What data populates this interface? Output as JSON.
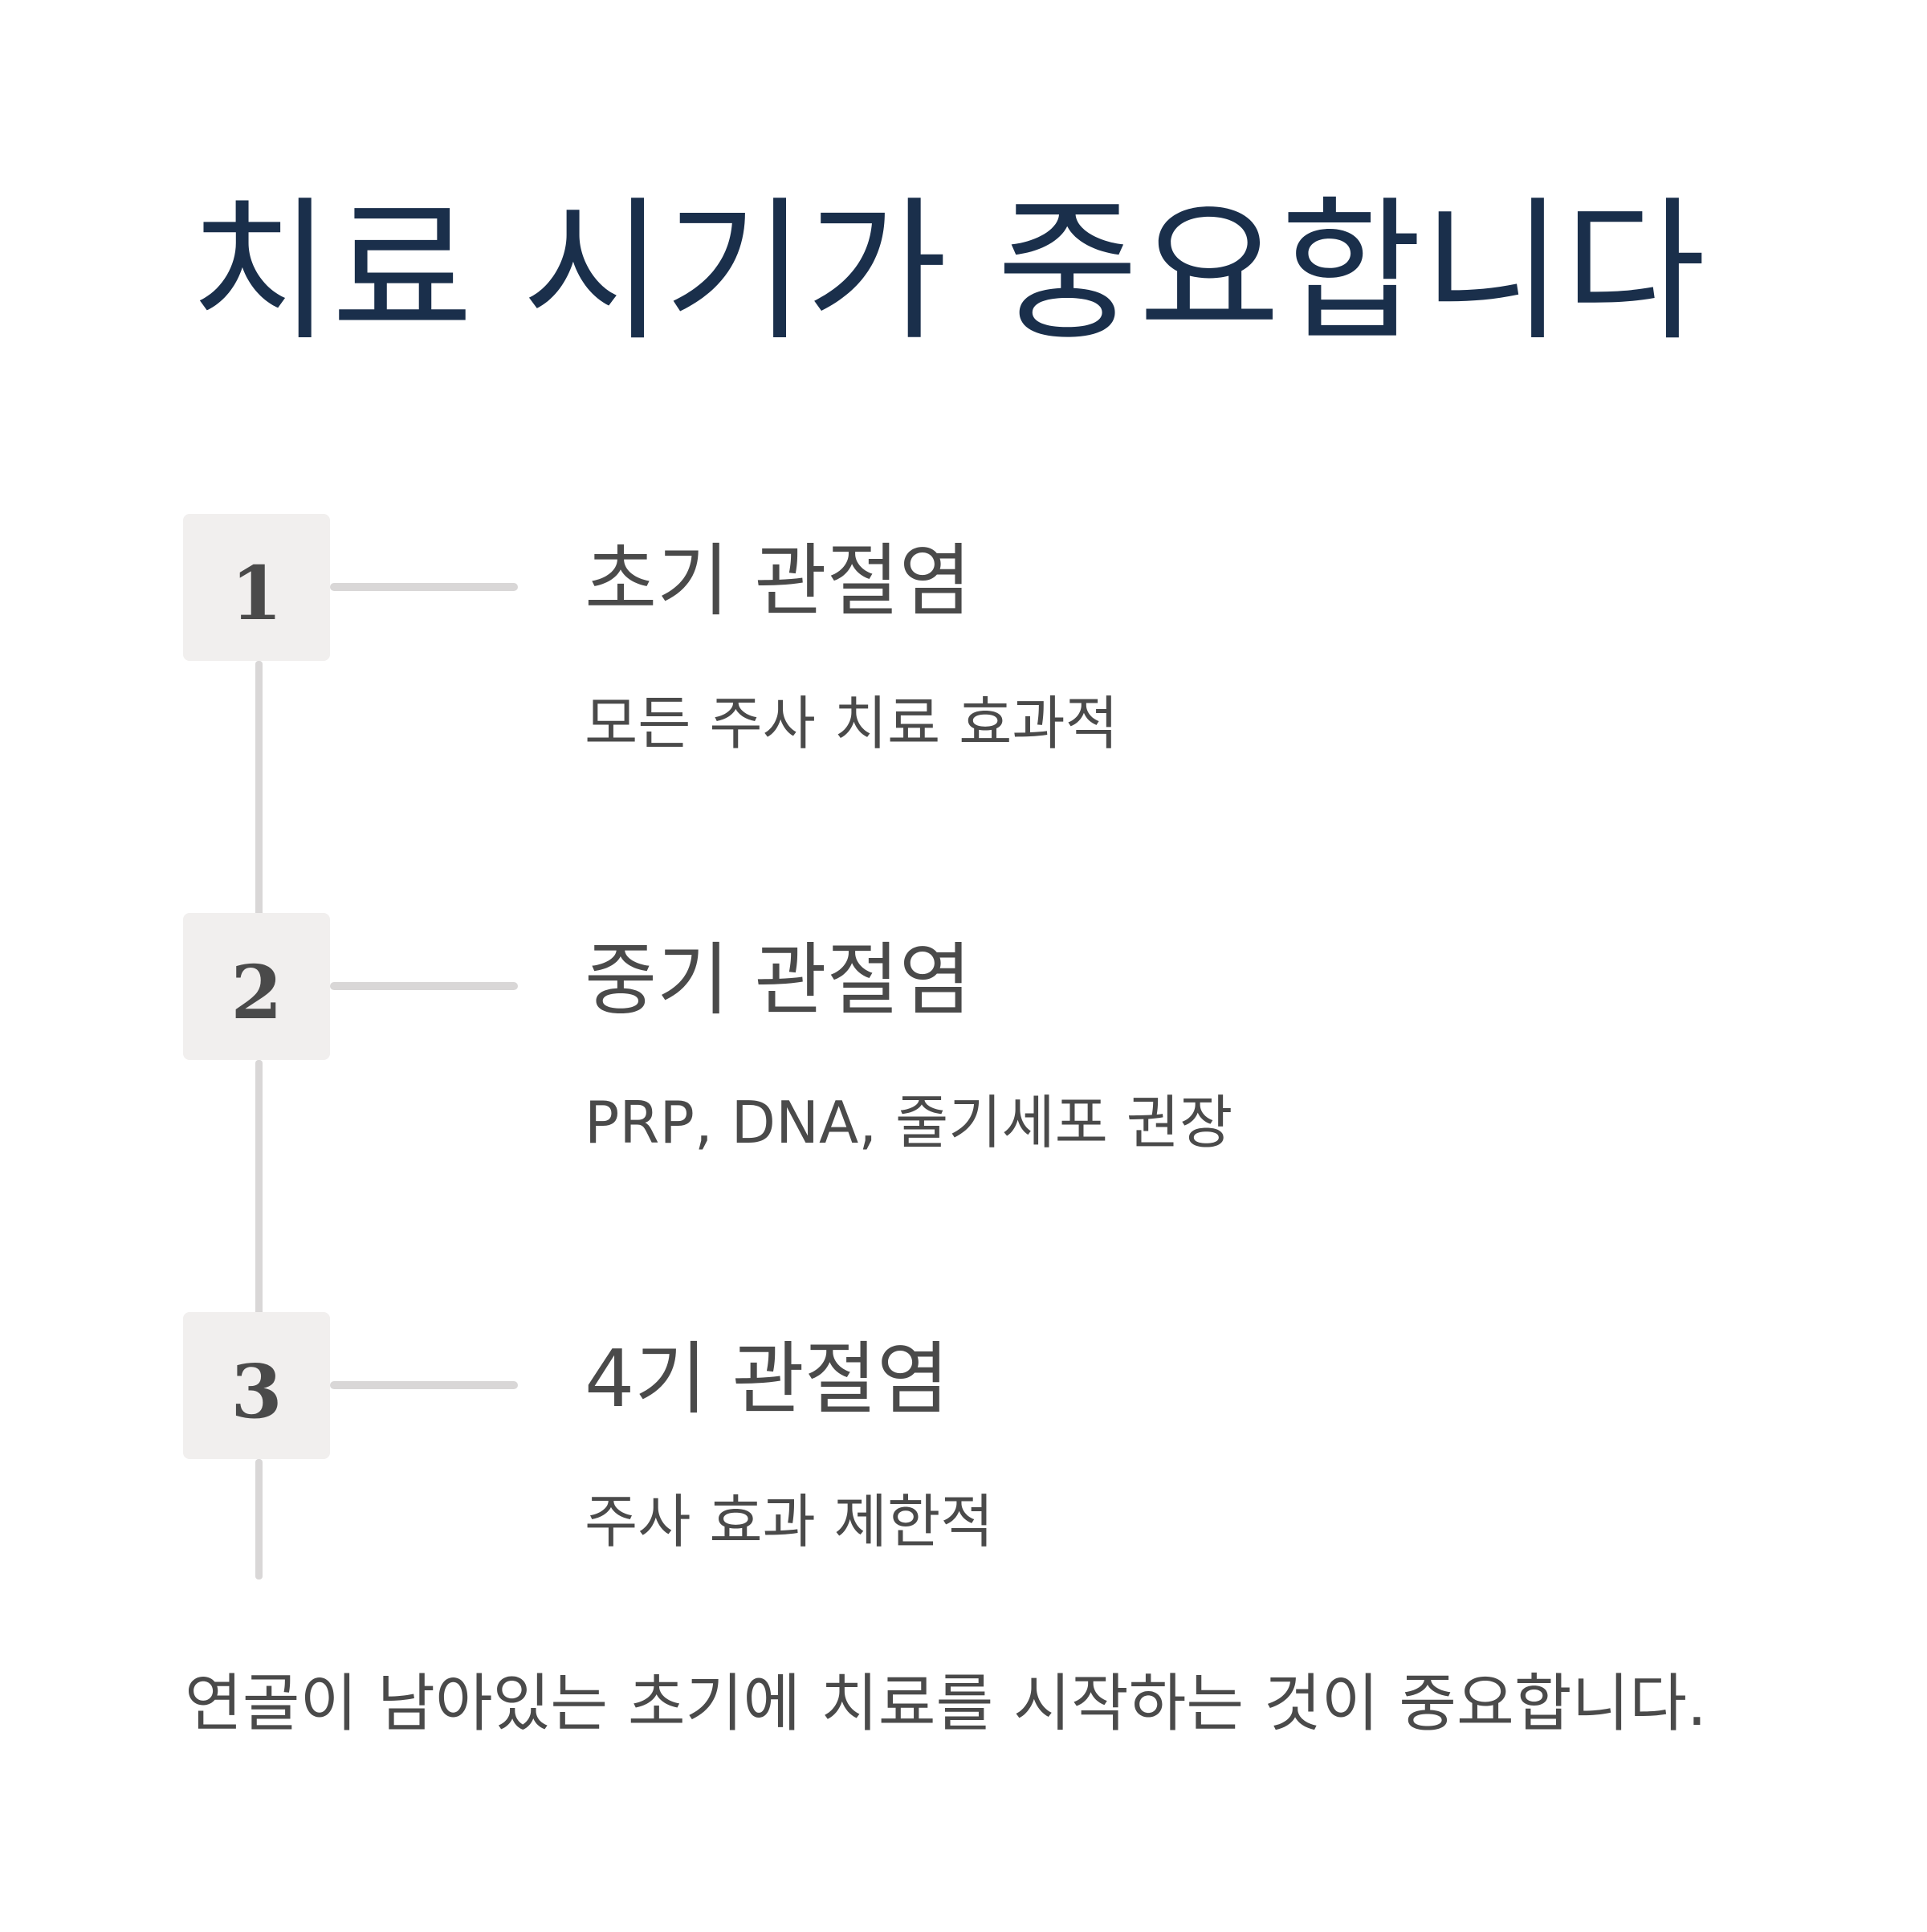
{
  "title": "치료 시기가 중요합니다",
  "steps": [
    {
      "number": "1",
      "title": "초기 관절염",
      "description": "모든 주사 치료 효과적"
    },
    {
      "number": "2",
      "title": "중기 관절염",
      "description": "PRP, DNA, 줄기세포 권장"
    },
    {
      "number": "3",
      "title": "4기 관절염",
      "description": "주사 효과 제한적"
    }
  ],
  "footer": "연골이 남아있는 초기에 치료를 시작하는 것이 중요합니다.",
  "colors": {
    "title": "#1a2f4b",
    "text": "#4a4a4a",
    "box": "#f1efee",
    "line": "#d9d7d7"
  }
}
